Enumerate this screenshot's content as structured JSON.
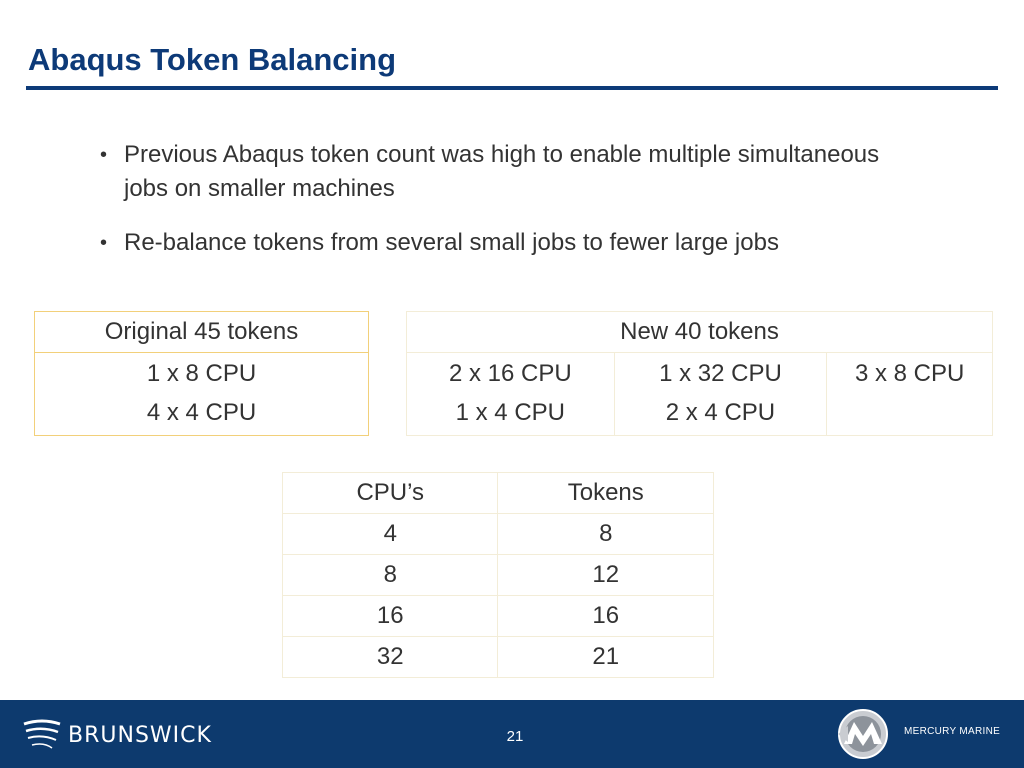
{
  "slide": {
    "title": "Abaqus Token Balancing",
    "page_number": "21"
  },
  "bullets": [
    "Previous Abaqus token count was high to enable multiple simultaneous jobs on smaller machines",
    "Re-balance tokens from several small jobs to fewer large jobs"
  ],
  "original_table": {
    "header": "Original 45 tokens",
    "rows": [
      "1 x 8 CPU",
      "4 x 4 CPU"
    ]
  },
  "new_table": {
    "header": "New 40 tokens",
    "rows": [
      [
        "2 x 16 CPU",
        "1 x 32 CPU",
        "3 x 8 CPU"
      ],
      [
        "1 x 4 CPU",
        "2 x 4 CPU",
        ""
      ]
    ]
  },
  "token_table": {
    "columns": [
      "CPU’s",
      "Tokens"
    ],
    "rows": [
      [
        "4",
        "8"
      ],
      [
        "8",
        "12"
      ],
      [
        "16",
        "16"
      ],
      [
        "32",
        "21"
      ]
    ]
  },
  "footer": {
    "brand": "BRUNSWICK",
    "partner": "MERCURY MARINE"
  },
  "colors": {
    "title": "#0d3a78",
    "footer_bg": "#0d3a6e",
    "table_border_original": "#f2d07a",
    "table_border_light": "#f3edd8"
  }
}
